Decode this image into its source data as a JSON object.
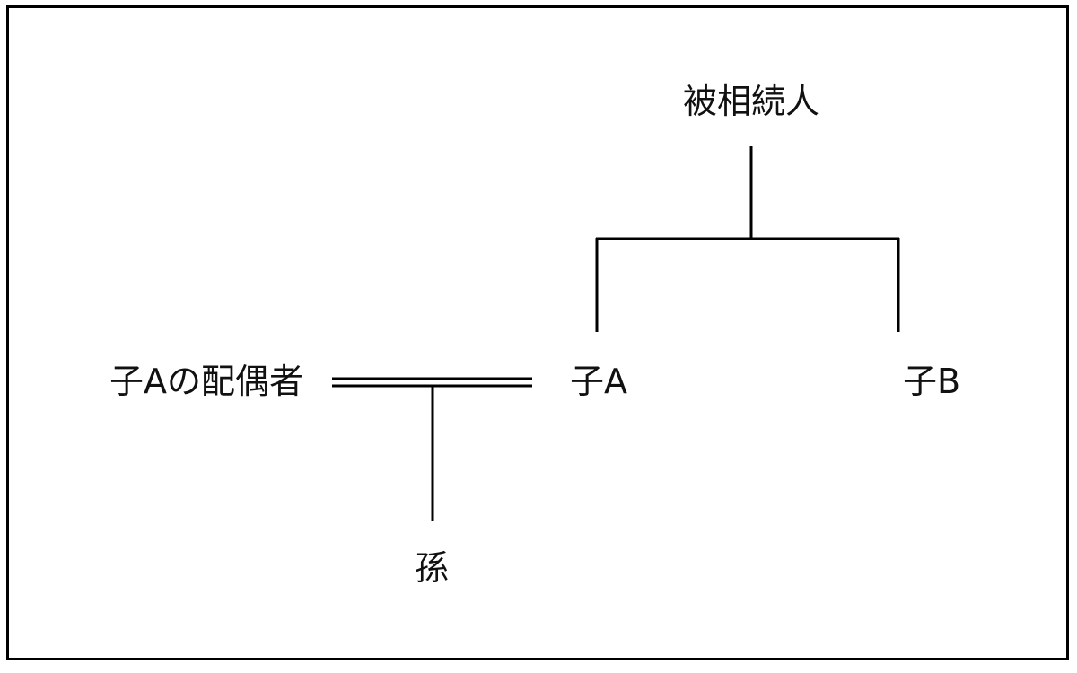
{
  "diagram": {
    "title": "",
    "nodes": {
      "decedent": "被相続人",
      "child_a": "子A",
      "child_b": "子B",
      "spouse_of_child_a": "子Aの配偶者",
      "grandchild": "孫"
    }
  },
  "colors": {
    "line": "#000000",
    "text": "#111111",
    "background": "#ffffff"
  }
}
